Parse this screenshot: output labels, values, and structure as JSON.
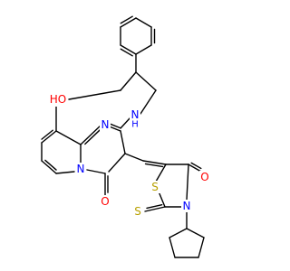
{
  "colors": {
    "background": "#ffffff",
    "bond": "#000000",
    "carbon": "#000000",
    "nitrogen": "#0000ff",
    "oxygen": "#ff0000",
    "sulfur": "#b8a000"
  },
  "atom_labels": {
    "ho": "HO",
    "nh": "N",
    "nh_h": "H",
    "n_ring_top": "N",
    "n_ring_bridge": "N",
    "o_pyrimidinone": "O",
    "o_thiazolidinone": "O",
    "s_ring": "S",
    "s_thione": "S",
    "n_thiazolidine": "N"
  }
}
